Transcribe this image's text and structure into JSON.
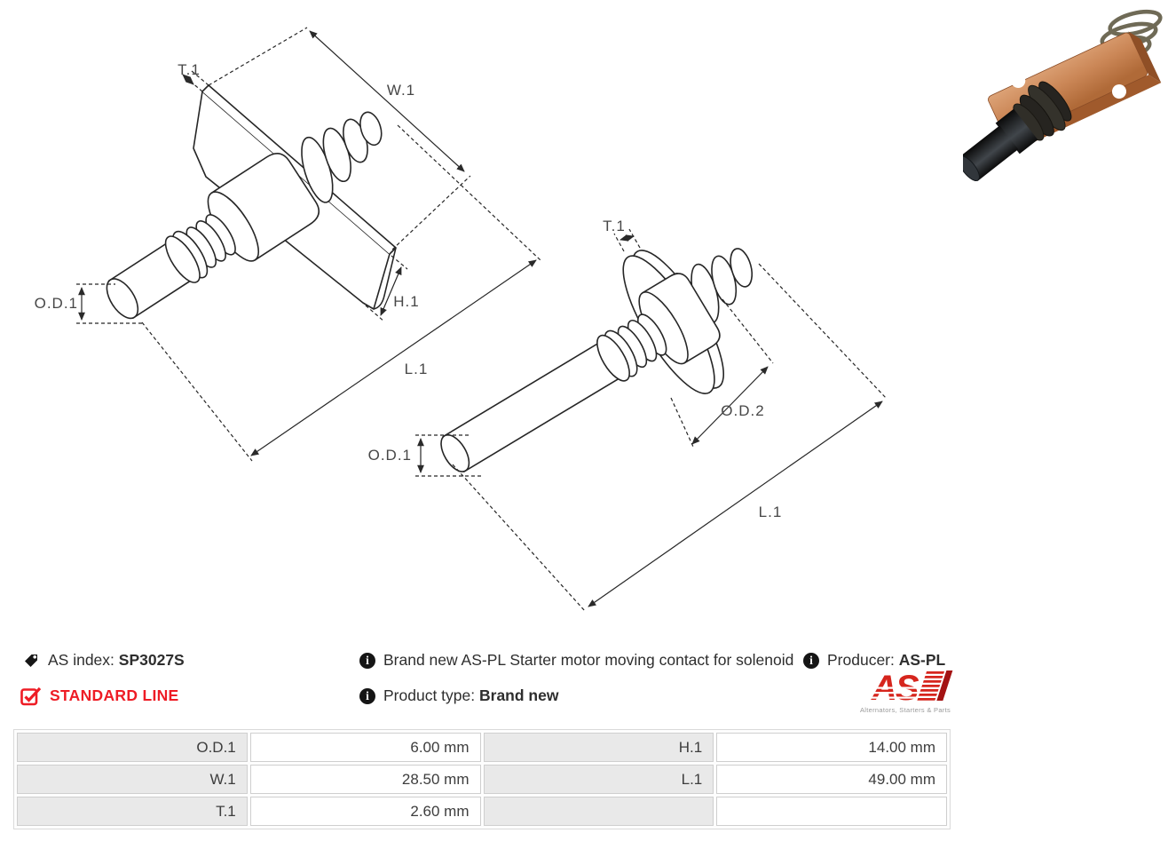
{
  "info": {
    "as_index": {
      "label": "AS index:",
      "value": "SP3027S"
    },
    "standard_line": "STANDARD LINE",
    "description": "Brand new AS-PL Starter motor moving contact for solenoid",
    "product_type": {
      "label": "Product type:",
      "value": "Brand new"
    },
    "producer": {
      "label": "Producer:",
      "value": "AS-PL"
    }
  },
  "logo": {
    "text": "AS",
    "tagline": "Alternators, Starters & Parts"
  },
  "drawing": {
    "labels": {
      "t1": "T.1",
      "w1": "W.1",
      "h1": "H.1",
      "od1": "O.D.1",
      "od2": "O.D.2",
      "l1": "L.1"
    }
  },
  "spec_table": {
    "rows": [
      [
        {
          "label": "O.D.1",
          "value": "6.00 mm"
        },
        {
          "label": "H.1",
          "value": "14.00 mm"
        }
      ],
      [
        {
          "label": "W.1",
          "value": "28.50 mm"
        },
        {
          "label": "L.1",
          "value": "49.00 mm"
        }
      ],
      [
        {
          "label": "T.1",
          "value": "2.60 mm"
        },
        {
          "label": "",
          "value": ""
        }
      ]
    ]
  },
  "colors": {
    "accent_red": "#ee1c25",
    "logo_red": "#d6251d",
    "drawing_line": "#2a2a2a",
    "table_label_bg": "#e9e9e9",
    "table_border": "#cfcfcf"
  }
}
